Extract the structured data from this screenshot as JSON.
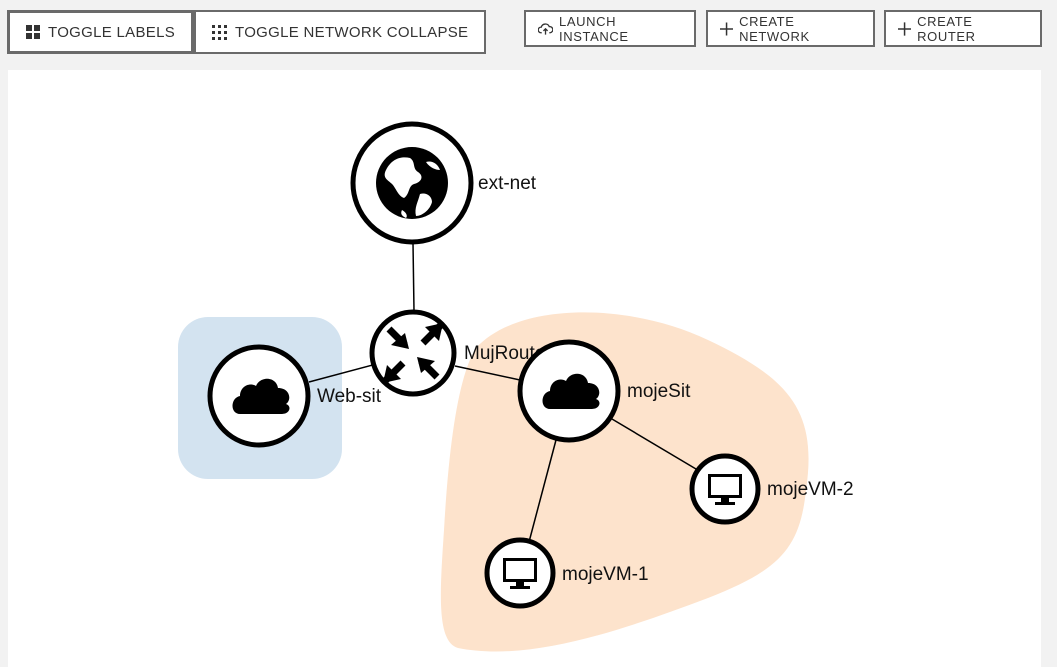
{
  "toolbar": {
    "toggle_labels": "TOGGLE LABELS",
    "toggle_network_collapse": "TOGGLE NETWORK COLLAPSE",
    "launch_instance": "LAUNCH INSTANCE",
    "create_network": "CREATE NETWORK",
    "create_router": "CREATE ROUTER"
  },
  "topology": {
    "nodes": {
      "ext_net": "ext-net",
      "router": "MujRouter",
      "web_sit": "Web-sit",
      "moje_sit": "mojeSit",
      "moje_vm_1": "mojeVM-1",
      "moje_vm_2": "mojeVM-2"
    },
    "icons": {
      "ext_net": "globe-icon",
      "router": "router-arrows-icon",
      "web_sit": "cloud-icon",
      "moje_sit": "cloud-icon",
      "moje_vm_1": "monitor-icon",
      "moje_vm_2": "monitor-icon"
    }
  },
  "colors": {
    "web_sit_zone": "#d3e3f0",
    "moje_sit_zone": "#fde3cc",
    "node_stroke": "#000000",
    "button_border": "#6a6a6a"
  }
}
